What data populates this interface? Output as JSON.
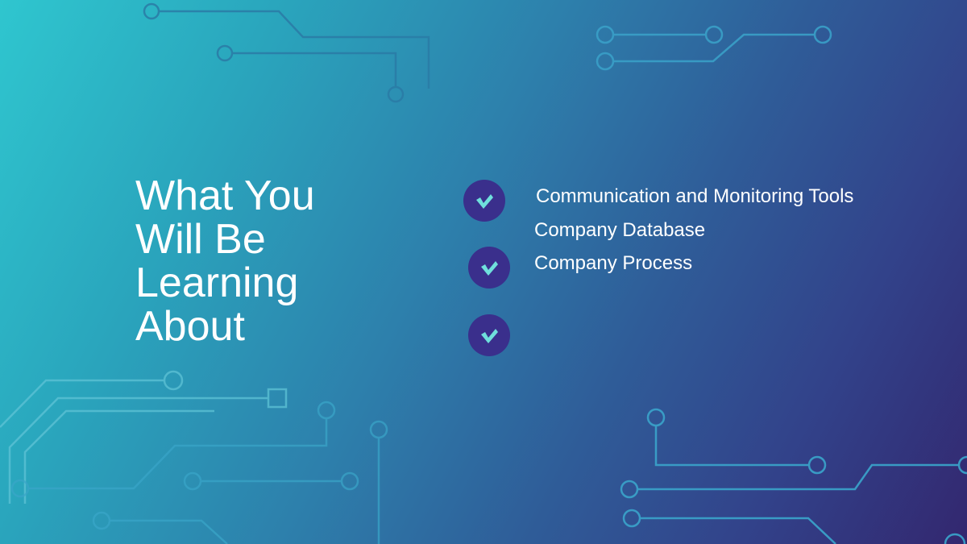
{
  "slide": {
    "title_lines": [
      "What You",
      "Will Be",
      "Learning",
      "About"
    ],
    "items": [
      " Communication and Monitoring Tools",
      "Company Database",
      "Company Process"
    ],
    "check_icons": [
      "check-icon",
      "check-icon",
      "check-icon"
    ]
  },
  "colors": {
    "gradient_start": "#2fc6cf",
    "gradient_end": "#33276f",
    "check_circle": "#3a2f8c",
    "check_mark": "#6fe0dc",
    "text": "#ffffff",
    "circuit_line": "#3fb0d0"
  }
}
